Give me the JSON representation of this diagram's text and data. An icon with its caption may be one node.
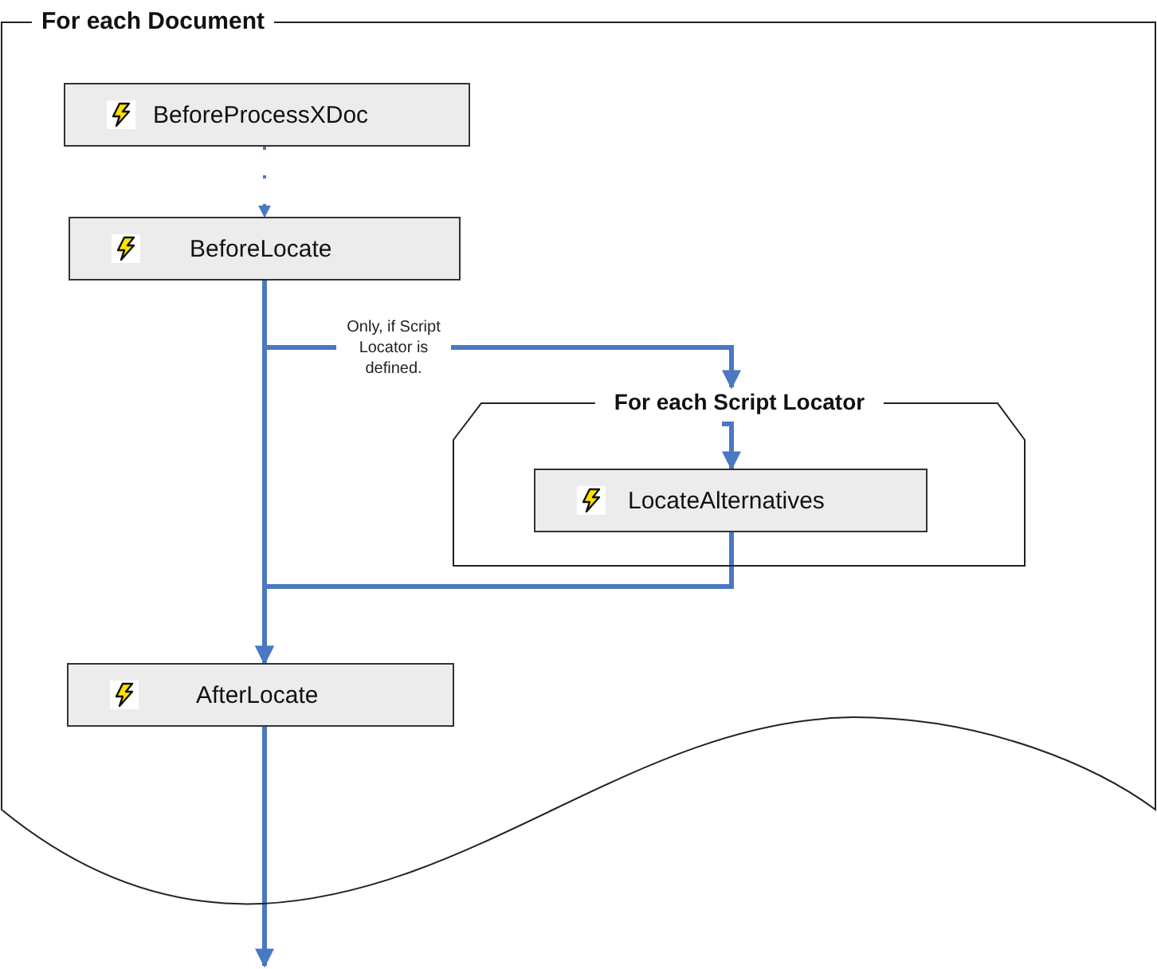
{
  "diagram": {
    "nodes": [
      {
        "text": [
          "For each Document"
        ]
      },
      {
        "text": [
          "BeforeProcessXDoc"
        ],
        "in": 0
      },
      {
        "text": [
          "BeforeLocate"
        ],
        "in": 0
      },
      {
        "text": [
          "For each Script Locator"
        ],
        "in": 0
      },
      {
        "text": [
          "LocateAlternatives"
        ],
        "in": 3
      },
      {
        "text": [
          "AfterLocate"
        ],
        "in": 0
      }
    ],
    "edges": [
      {
        "from": 1,
        "to": 2,
        "arrow": "to",
        "style": "dashed"
      },
      {
        "from": 2,
        "to": 5,
        "arrow": "to"
      },
      {
        "from": 2,
        "to": 3,
        "arrow": "to",
        "label": "Only, if Script Locator is defined."
      },
      {
        "from": 3,
        "to": 4,
        "arrow": "to"
      },
      {
        "from": 4,
        "to": 5,
        "arrow": "to"
      },
      {
        "from": 5,
        "to": null,
        "arrow": "to"
      }
    ]
  }
}
